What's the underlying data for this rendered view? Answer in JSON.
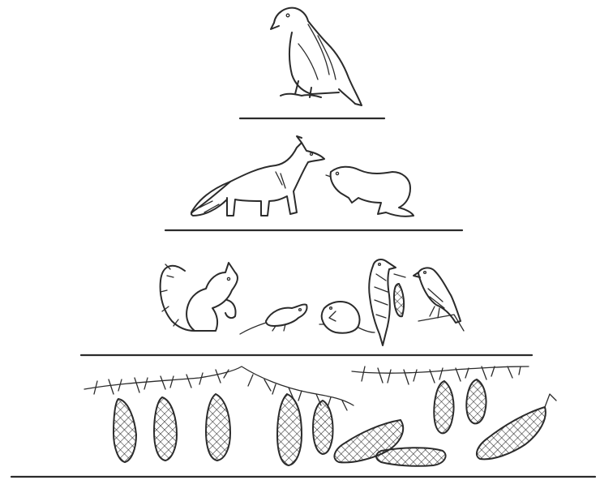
{
  "figure": {
    "kind": "ecological food pyramid (hand drawn)",
    "ink_color": "#2b2b2b",
    "paper_color": "#ffffff"
  },
  "levels": [
    {
      "rank": 4,
      "organisms": [
        "eagle-icon"
      ]
    },
    {
      "rank": 3,
      "organisms": [
        "fox-icon",
        "marten-icon"
      ]
    },
    {
      "rank": 2,
      "organisms": [
        "squirrel-icon",
        "mouse-icon",
        "vole-icon",
        "woodpecker-icon",
        "crossbill-icon"
      ]
    },
    {
      "rank": 1,
      "organisms": [
        "spruce-branch-icon",
        "spruce-cone-icon"
      ]
    }
  ]
}
